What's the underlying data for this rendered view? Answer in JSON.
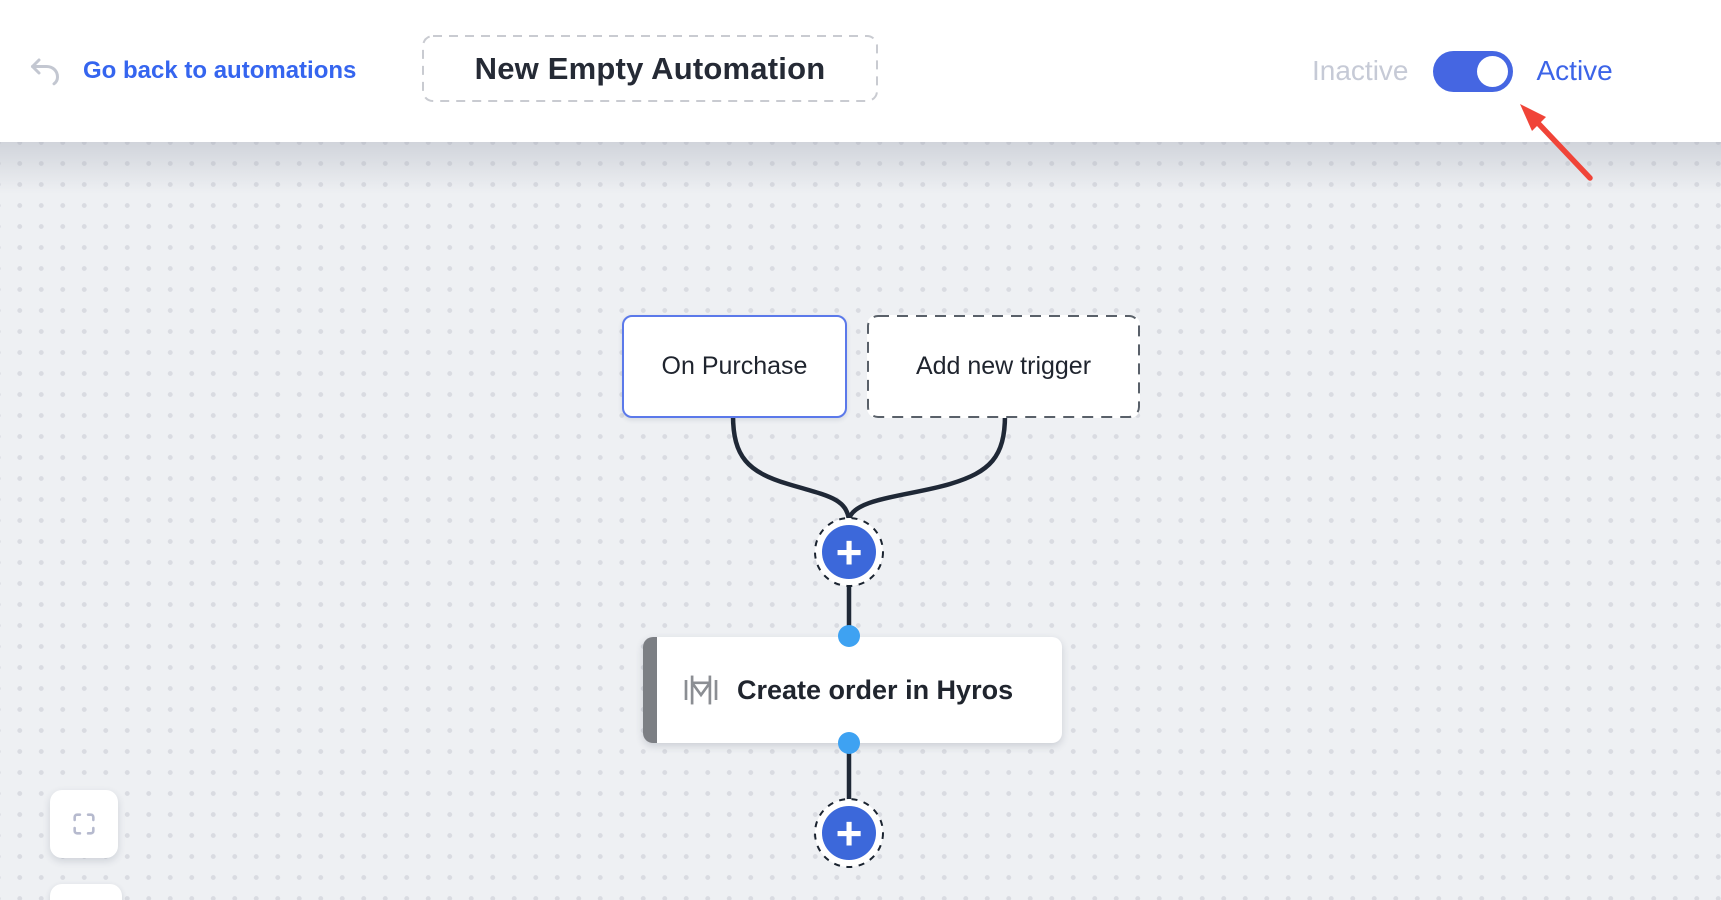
{
  "header": {
    "back_icon": "undo-arrow-icon",
    "back_link_label": "Go back to automations",
    "title_value": "New Empty Automation",
    "status_toggle": {
      "off_label": "Inactive",
      "on_label": "Active",
      "state": "on"
    }
  },
  "canvas": {
    "trigger_node_label": "On Purchase",
    "add_trigger_node_label": "Add new trigger",
    "action_node_label": "Create order in Hyros",
    "action_node_icon": "hyros-logo-icon",
    "add_step_button_glyph": "+",
    "fit_view_icon": "fit-view-icon",
    "annotation_icon": "red-arrow-pointing-at-toggle"
  },
  "colors": {
    "accent_blue": "#4566e2",
    "link_blue": "#3565ef",
    "plus_blue": "#3c68da",
    "connector_dark": "#1f2836",
    "port_blue": "#3ea2f2",
    "inactive_gray": "#c6cad6",
    "canvas_bg": "#eef0f3",
    "grid_dot": "#d9dbe1",
    "arrow_red": "#f04438"
  }
}
